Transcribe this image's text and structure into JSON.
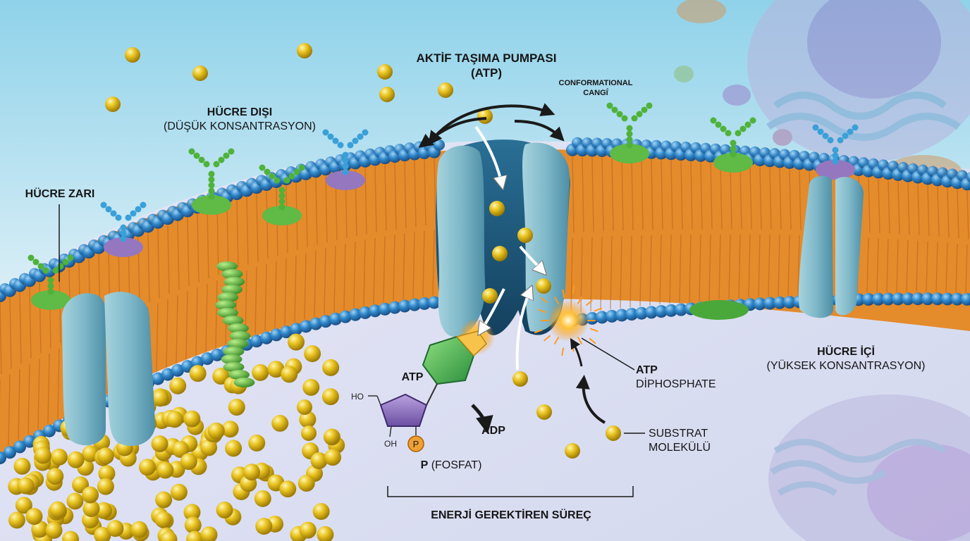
{
  "labels": {
    "pump_title_line1": "AKTİF TAŞIMA PUMPASI",
    "pump_title_line2": "(ATP)",
    "conformational_line1": "CONFORMATIONAL",
    "conformational_line2": "CANGḯ",
    "outside_title": "HÜCRE DIŞI",
    "outside_sub": "(DÜŞÜK KONSANTRASYON)",
    "membrane": "HÜCRE ZARI",
    "inside_title": "HÜCRE İÇİ",
    "inside_sub": "(YÜKSEK KONSANTRASYON)",
    "atp": "ATP",
    "adp": "ADP",
    "atp_diphosphate_line1": "ATP",
    "atp_diphosphate_line2": "DİPHOSPHATE",
    "substrate_line1": "SUBSTRAT",
    "substrate_line2": "MOLEKÜLÜ",
    "phosphate_bold": "P",
    "phosphate_rest": "(FOSFAT)",
    "phosphate_circle": "P",
    "ho": "HO",
    "oh": "OH",
    "process": "ENERJİ GEREKTİREN SÜREÇ"
  },
  "colors": {
    "extracellular_top": "#a9dcee",
    "intracellular": "#dfe3f4",
    "lipid_head": "#2f86c8",
    "lipid_tail": "#e38a2b",
    "pump": "#7fb8c9",
    "pump_dark": "#1f5e82",
    "substrate": "#e8c21f",
    "atp_ring": "#3fae4f",
    "ribose": "#8a6bb8",
    "phosphate": "#f0a033",
    "glycoprotein_green": "#5fba46",
    "glycoprotein_blue": "#3aa0d8"
  },
  "icons": [
    "pump-protein-icon",
    "channel-protein-icon",
    "substrate-molecule-icon",
    "atp-molecule-icon",
    "glycoprotein-icon",
    "spark-icon",
    "arrow-icon"
  ]
}
